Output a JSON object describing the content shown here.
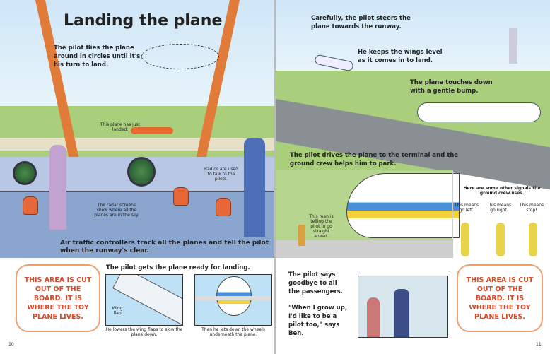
{
  "left_page": {
    "title": "Landing the plane",
    "intro": "The pilot flies the plane around in circles until it's his turn to land.",
    "label_landed": "This plane has just landed.",
    "label_radios": "Radios are used to talk to the pilots.",
    "label_radar": "The radar screens show where all the planes are in the sky.",
    "main_caption": "Air traffic controllers track all the planes and tell the pilot when the runway's clear.",
    "cutout_note": "THIS AREA IS CUT OUT OF THE BOARD. IT IS WHERE THE TOY PLANE LIVES.",
    "ready_heading": "The pilot gets the plane ready for landing.",
    "flap_label": "Wing flap",
    "flap_caption": "He lowers the wing flaps to slow the plane down.",
    "wheels_caption": "Then he lets down the wheels underneath the plane.",
    "page_number": "10"
  },
  "right_page": {
    "steer_text": "Carefully, the pilot steers the plane towards the runway.",
    "wings_text": "He keeps the wings level as it comes in to land.",
    "touch_text": "The plane touches down with a gentle bump.",
    "terminal_text": "The pilot drives the plane to the terminal and the ground crew helps him to park.",
    "man_label": "This man is telling the pilot to go straight ahead.",
    "signals_intro": "Here are some other signals the ground crew uses.",
    "signal_left": "This means go left.",
    "signal_right": "This means go right.",
    "signal_stop": "This means stop!",
    "goodbye_text": "The pilot says goodbye to all the passengers.",
    "quote": "\"When I grow up, I'd like to be a pilot too,\" says Ben.",
    "cutout_note": "THIS AREA IS CUT OUT OF THE BOARD. IT IS WHERE THE TOY PLANE LIVES.",
    "page_number": "11"
  }
}
